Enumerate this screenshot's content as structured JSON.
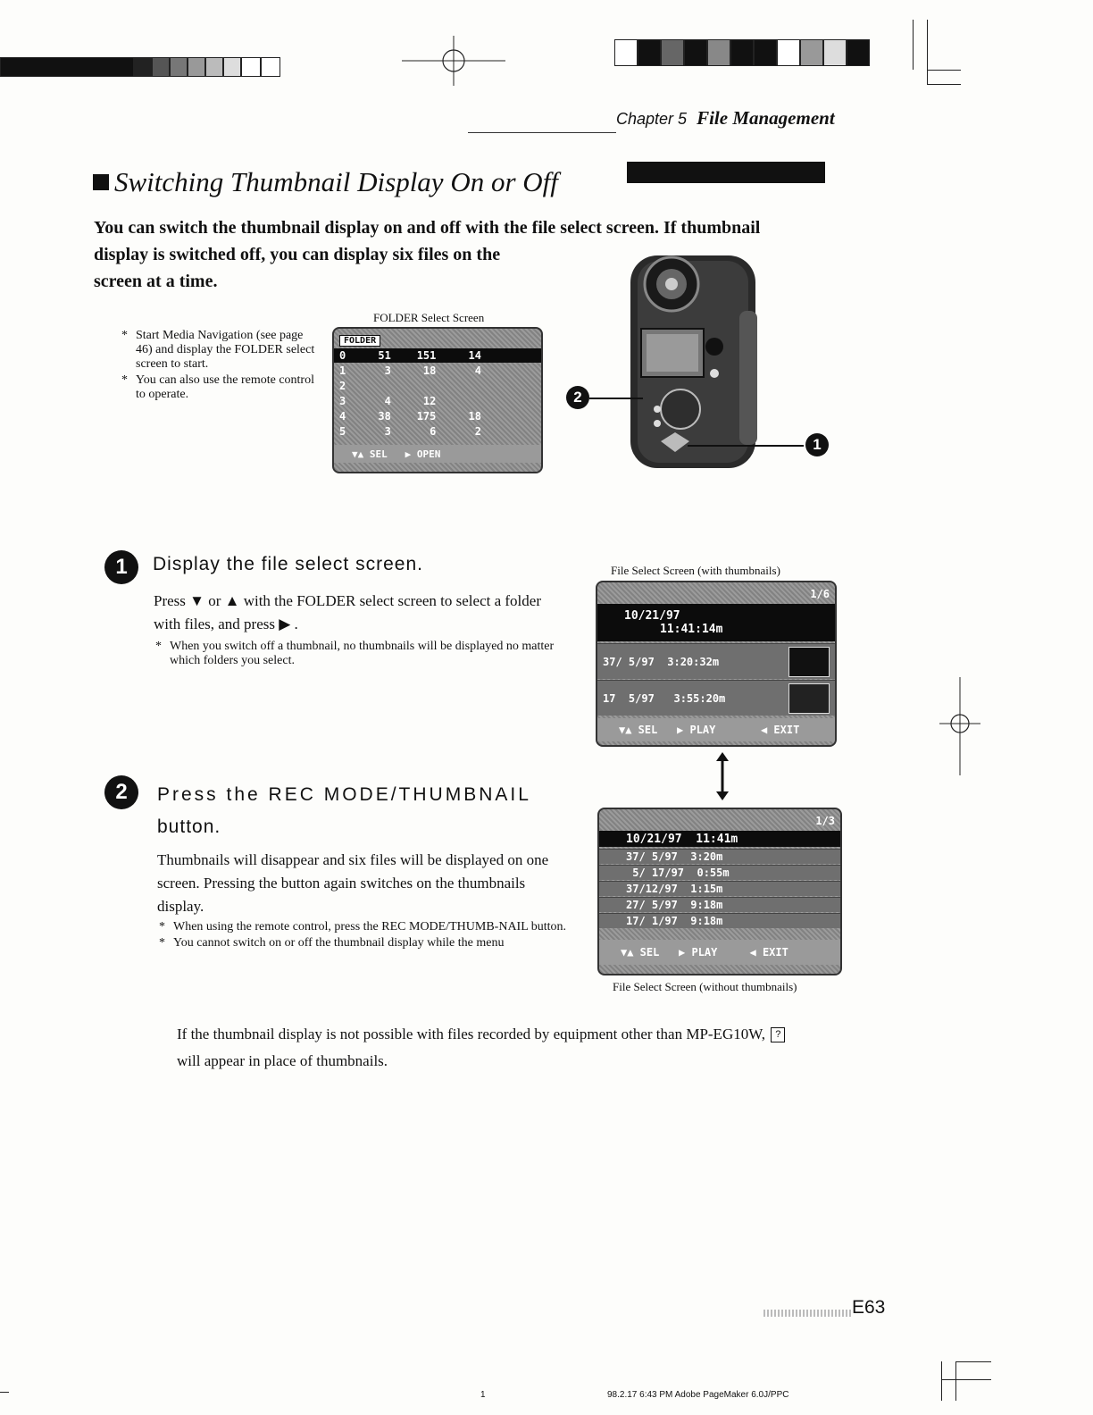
{
  "header": {
    "chapter_label": "Chapter 5",
    "chapter_title": "File Management"
  },
  "section": {
    "title": "Switching Thumbnail Display On or Off"
  },
  "intro": {
    "line1": "You can switch the thumbnail display on and off with the file select screen.  If thumbnail",
    "line2": "display is switched off, you can display six files on the",
    "line3": "screen at a time."
  },
  "prep_notes": [
    "Start Media Navigation (see page 46) and display the FOLDER select screen to start.",
    "You can also use the remote control to operate."
  ],
  "folder_screen": {
    "caption": "FOLDER Select Screen",
    "header_tag": "FOLDER",
    "rows": [
      "0     51    151     14",
      "1      3     18      4",
      "2",
      "3      4     12       ",
      "4     38    175     18",
      "5      3      6      2"
    ],
    "footer": "▼▲ SEL   ▶ OPEN"
  },
  "camera_callouts": {
    "one": "1",
    "two": "2"
  },
  "step1": {
    "number": "1",
    "title": "Display the file select screen.",
    "body_line1": "Press ▼ or ▲ with the FOLDER select screen to select a folder",
    "body_line2": "with files, and press ▶ .",
    "note": "When you switch off a thumbnail, no thumbnails will be displayed no matter which folders you select."
  },
  "thumb_screen": {
    "caption": "File Select Screen (with thumbnails)",
    "top_right": "1/6",
    "row1_a": "10/21/97",
    "row1_b": "11:41:14m",
    "row2": "37/ 5/97  3:20:32m",
    "row3": "17  5/97   3:55:20m",
    "footer": "▼▲ SEL   ▶ PLAY       ◀ EXIT"
  },
  "step2": {
    "number": "2",
    "title_line1": "Press the REC MODE/THUMBNAIL",
    "title_line2": "button.",
    "body_line1": "Thumbnails will disappear and six files will be displayed on one",
    "body_line2": "screen.  Pressing the button again switches on the thumbnails",
    "body_line3": "display.",
    "note1": "When using the remote control, press the REC MODE/THUMB-NAIL button.",
    "note2": "You cannot switch on or off the thumbnail display while the menu"
  },
  "nothumb_screen": {
    "caption": "File Select Screen (without thumbnails)",
    "top_right": "1/3",
    "rows": [
      "10/21/97  11:41m",
      "37/ 5/97  3:20m",
      " 5/ 17/97  0:55m",
      "37/12/97  1:15m",
      "27/ 5/97  9:18m",
      "17/ 1/97  9:18m"
    ],
    "footer": "▼▲ SEL   ▶ PLAY     ◀ EXIT"
  },
  "footnote": {
    "line1": "If the thumbnail display is not possible with files recorded by equipment other than MP-EG10W,",
    "icon_glyph": "?",
    "line2": "will appear in place of thumbnails."
  },
  "page_number": "E63",
  "slug": {
    "left": "1",
    "right": "98.2.17  6:43 PM     Adobe PageMaker 6.0J/PPC"
  }
}
